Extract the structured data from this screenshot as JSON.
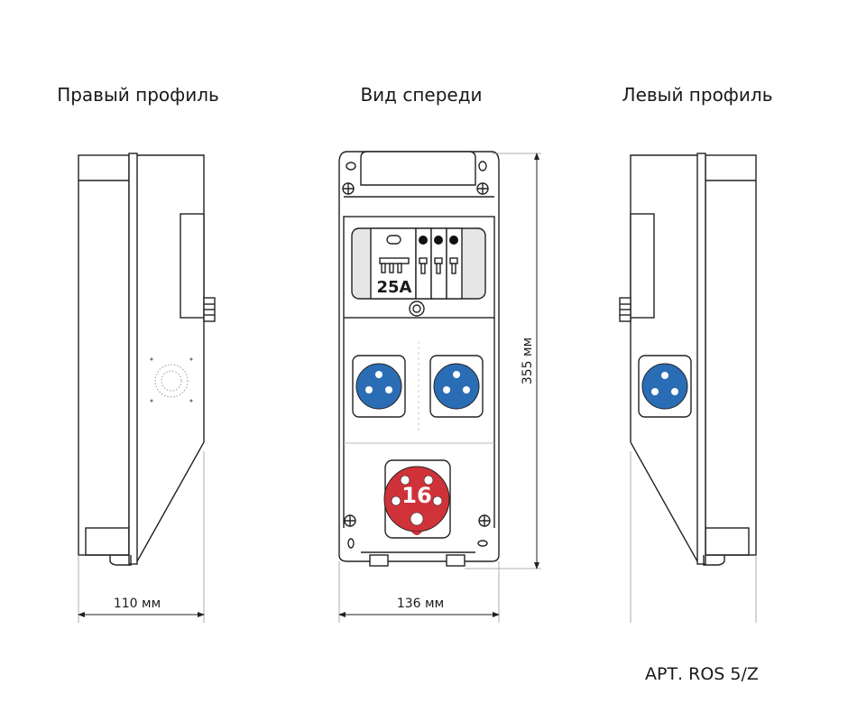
{
  "titles": {
    "right_profile": "Правый профиль",
    "front_view": "Вид спереди",
    "left_profile": "Левый профиль"
  },
  "dimensions": {
    "depth": "110 мм",
    "width": "136 мм",
    "height": "355 мм"
  },
  "breaker_rating": "25A",
  "socket_rating": "16",
  "article": "АРТ. ROS 5/Z",
  "colors": {
    "socket_blue": "#2a6db5",
    "socket_red": "#d0323a"
  }
}
